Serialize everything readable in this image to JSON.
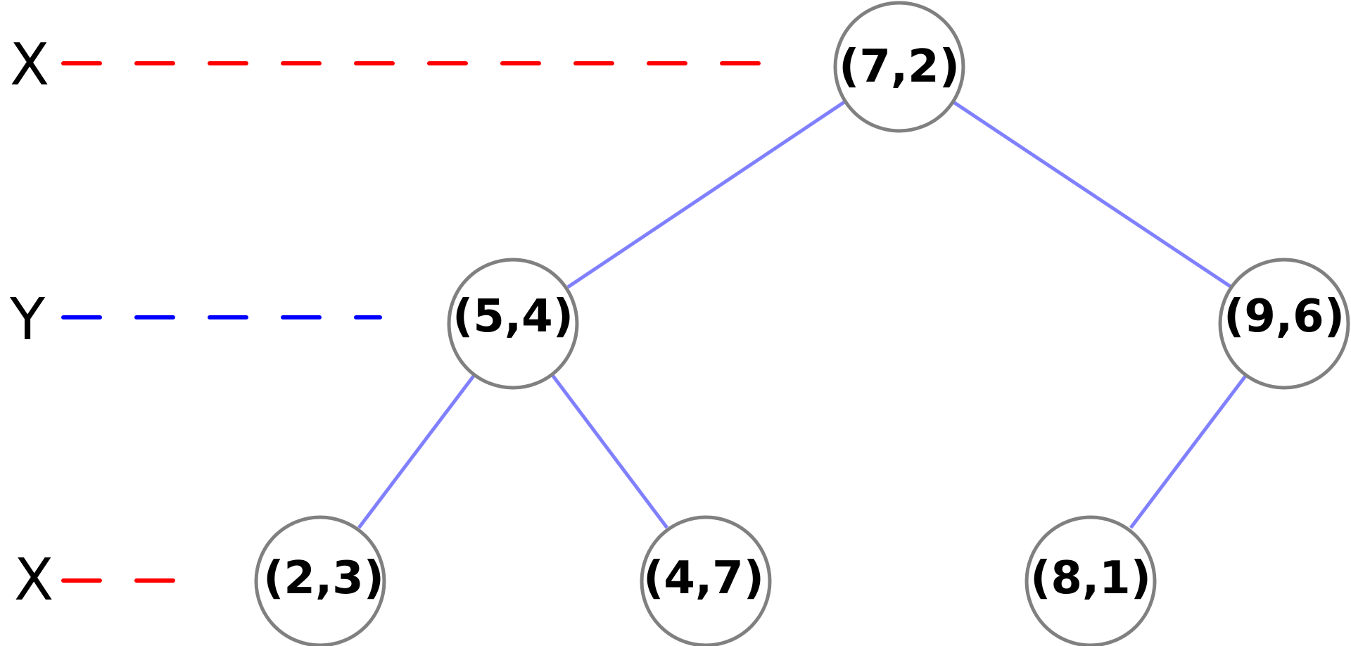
{
  "diagram": {
    "colors": {
      "edge": "#8080ff",
      "node_stroke": "#808080",
      "x_level": "#ff0000",
      "y_level": "#0000ff"
    },
    "levels": [
      {
        "label": "X",
        "color": "#ff0000"
      },
      {
        "label": "Y",
        "color": "#0000ff"
      },
      {
        "label": "X",
        "color": "#ff0000"
      }
    ],
    "nodes": [
      {
        "id": "n72",
        "label": "(7,2)"
      },
      {
        "id": "n54",
        "label": "(5,4)"
      },
      {
        "id": "n96",
        "label": "(9,6)"
      },
      {
        "id": "n23",
        "label": "(2,3)"
      },
      {
        "id": "n47",
        "label": "(4,7)"
      },
      {
        "id": "n81",
        "label": "(8,1)"
      }
    ],
    "edges": [
      {
        "from": "(7,2)",
        "to": "(5,4)"
      },
      {
        "from": "(7,2)",
        "to": "(9,6)"
      },
      {
        "from": "(5,4)",
        "to": "(2,3)"
      },
      {
        "from": "(5,4)",
        "to": "(4,7)"
      },
      {
        "from": "(9,6)",
        "to": "(8,1)"
      }
    ]
  }
}
